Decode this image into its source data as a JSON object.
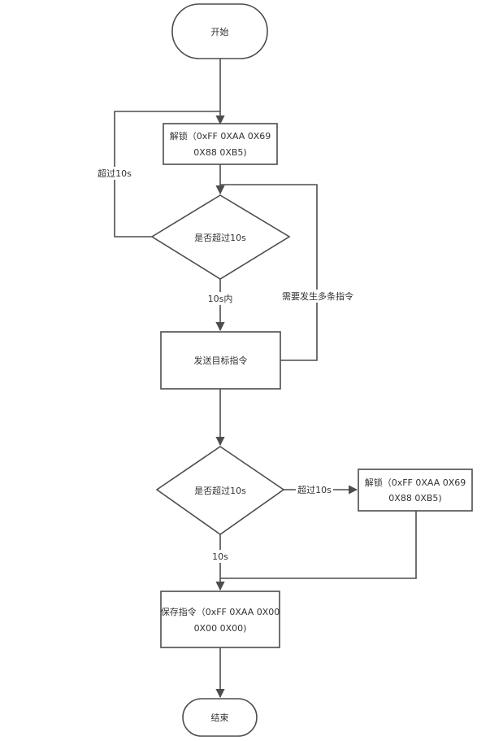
{
  "diagram": {
    "nodes": {
      "start": [
        "开始"
      ],
      "unlock1": [
        "解锁（0xFF 0XAA 0X69",
        "0X88 0XB5)"
      ],
      "decision1": [
        "是否超过10s"
      ],
      "send": [
        "发送目标指令"
      ],
      "decision2": [
        "是否超过10s"
      ],
      "unlock2": [
        "解锁（0xFF 0XAA 0X69",
        "0X88 0XB5)"
      ],
      "save": [
        "保存指令（0xFF 0XAA 0X00",
        "0X00 0X00)"
      ],
      "end": [
        "结束"
      ]
    },
    "edge_labels": {
      "timeout_loop": "超过10s",
      "within": "10s内",
      "multi": "需要发生多条指令",
      "timeout_right": "超过10s",
      "ten_s": "10s"
    },
    "colors": {
      "stroke": "#4d4d4d",
      "text": "#333333",
      "background": "#ffffff"
    }
  }
}
